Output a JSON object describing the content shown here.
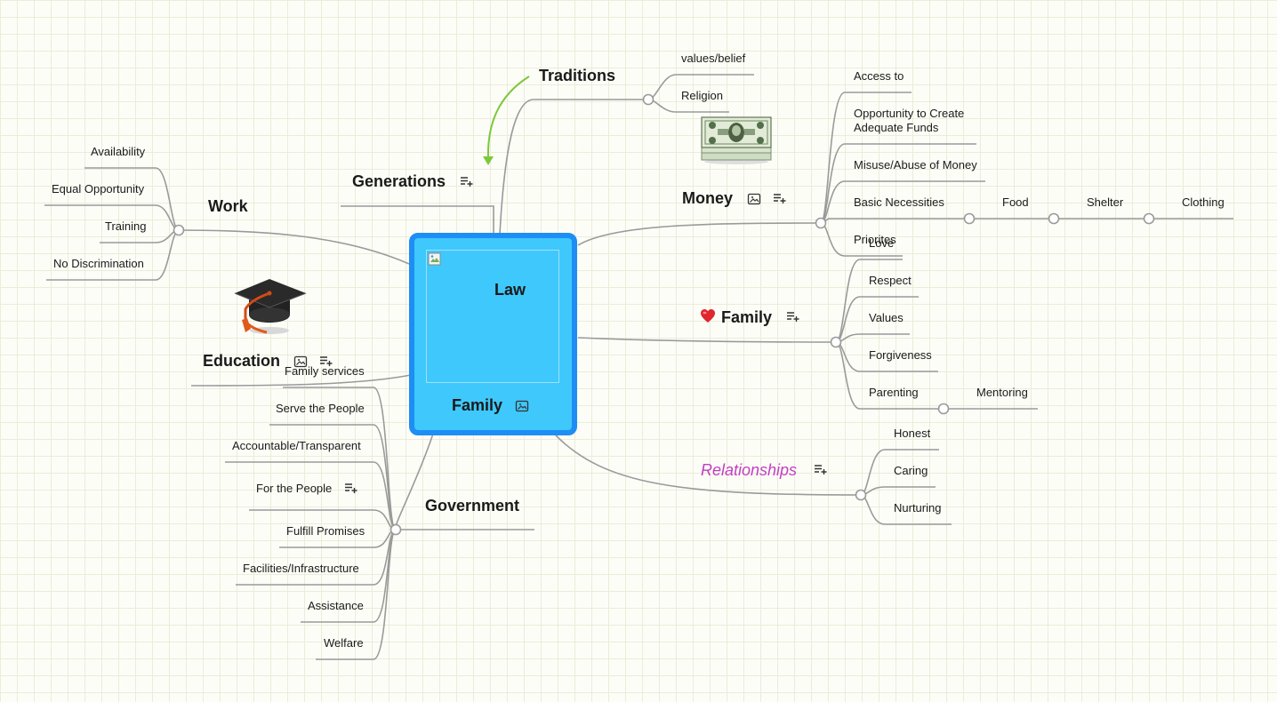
{
  "center": {
    "label": "Family",
    "image_text": "Law"
  },
  "branches": {
    "traditions": {
      "label": "Traditions",
      "children": [
        "values/belief",
        "Religion"
      ]
    },
    "generations": {
      "label": "Generations"
    },
    "work": {
      "label": "Work",
      "children": [
        "Availability",
        "Equal Opportunity",
        "Training",
        "No Discrimination"
      ]
    },
    "education": {
      "label": "Education"
    },
    "government": {
      "label": "Government",
      "children": [
        "Family services",
        "Serve the People",
        "Accountable/Transparent",
        "For the People",
        "Fulfill Promises",
        "Facilities/Infrastructure",
        "Assistance",
        "Welfare"
      ]
    },
    "money": {
      "label": "Money",
      "children": [
        "Access to",
        "Opportunity to Create Adequate Funds",
        "Misuse/Abuse of Money",
        "Basic Necessities",
        "Priorites"
      ],
      "necessities": [
        "Food",
        "Shelter",
        "Clothing"
      ]
    },
    "family": {
      "label": "Family",
      "children": [
        "Love",
        "Respect",
        "Values",
        "Forgiveness",
        "Parenting"
      ],
      "parenting_child": "Mentoring"
    },
    "relationships": {
      "label": "Relationships",
      "children": [
        "Honest",
        "Caring",
        "Nurturing"
      ]
    }
  },
  "colors": {
    "center_fill": "#3fc8fb",
    "center_border": "#1e8ef5",
    "line": "#9a9a9a",
    "arrow": "#7cc83a",
    "relationships_text": "#c23fc2",
    "heart": "#e0262f"
  },
  "icons": {
    "image": "image-icon",
    "notes": "notes-icon",
    "heart": "heart-icon",
    "graduation_cap": "graduation-cap-icon",
    "dollar_bill": "dollar-bill-icon"
  }
}
